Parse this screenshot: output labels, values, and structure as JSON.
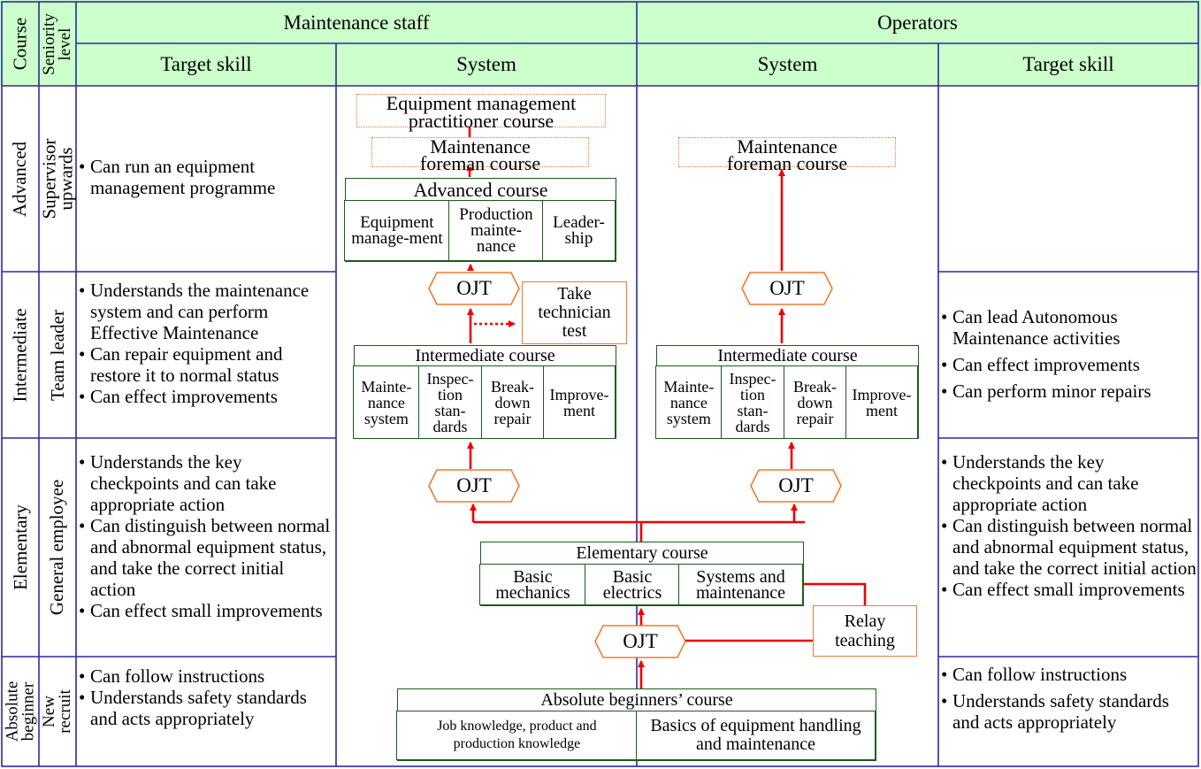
{
  "header": {
    "course": "Course",
    "seniority": "Seniority level",
    "maintenance_staff": "Maintenance staff",
    "operators": "Operators",
    "target_skill_left": "Target skill",
    "system_left": "System",
    "system_right": "System",
    "target_skill_right": "Target skill"
  },
  "levels": [
    {
      "course": "Advanced",
      "seniority": "Supervisor upwards"
    },
    {
      "course": "Intermediate",
      "seniority": "Team leader"
    },
    {
      "course": "Elementary",
      "seniority": "General employee"
    },
    {
      "course": "Absolute beginner",
      "seniority": "New recruit"
    }
  ],
  "left_skills": {
    "advanced": [
      "Can run an equipment management programme"
    ],
    "intermediate": [
      "Understands the maintenance system and can perform Effective Maintenance",
      "Can repair equipment and restore it to normal status",
      "Can effect improvements"
    ],
    "elementary": [
      "Understands the key checkpoints and can take appropriate action",
      "Can distinguish between normal and abnormal equipment status, and take the correct initial action",
      "Can effect small improvements"
    ],
    "beginner": [
      "Can follow instructions",
      "Understands safety standards and acts appropriately"
    ]
  },
  "right_skills": {
    "intermediate": [
      "Can lead Autonomous Maintenance activities",
      "Can effect improvements",
      "Can perform minor repairs"
    ],
    "elementary": [
      "Understands the key checkpoints and can take appropriate action",
      "Can distinguish between normal and abnormal equipment status, and take the correct initial action",
      "Can effect small improvements"
    ],
    "beginner": [
      "Can follow instructions",
      "Understands safety standards and acts appropriately"
    ]
  },
  "maintenance_system": {
    "practitioner_course": "Equipment management practitioner course",
    "foreman_course": "Maintenance foreman course",
    "advanced_course": {
      "title": "Advanced course",
      "cells": [
        "Equipment manage-ment",
        "Production mainte-nance",
        "Leader-ship"
      ]
    },
    "ojt_upper": "OJT",
    "technician_test": "Take technician test",
    "intermediate_course": {
      "title": "Intermediate course",
      "cells": [
        "Mainte-nance system",
        "Inspec-tion stan-dards",
        "Break-down repair",
        "Improve-ment"
      ]
    },
    "ojt_lower": "OJT"
  },
  "operator_system": {
    "foreman_course": "Maintenance foreman course",
    "ojt_upper": "OJT",
    "intermediate_course": {
      "title": "Intermediate course",
      "cells": [
        "Mainte-nance system",
        "Inspec-tion stan-dards",
        "Break-down repair",
        "Improve-ment"
      ]
    },
    "ojt_lower": "OJT"
  },
  "shared": {
    "elementary_course": {
      "title": "Elementary course",
      "cells": [
        "Basic mechanics",
        "Basic electrics",
        "Systems and maintenance"
      ]
    },
    "ojt": "OJT",
    "relay_teaching": "Relay teaching",
    "beginners_course": {
      "title": "Absolute beginners’ course",
      "cells": [
        "Job knowledge, product and production knowledge",
        "Basics of equipment handling and maintenance"
      ]
    }
  },
  "colors": {
    "header_fill": "#ccffcc",
    "grid_line": "#2a2aa0",
    "box_green": "#1a5c1a",
    "box_orange": "#f07a2a",
    "arrow_red": "#ee0000"
  }
}
